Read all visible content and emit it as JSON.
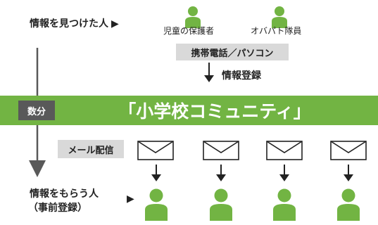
{
  "top_section": {
    "finder_label": "情報を見つけた人",
    "pointer": "▶",
    "people": [
      {
        "label": "児童の保護者"
      },
      {
        "label": "オバパト隊員"
      }
    ],
    "device_label": "携帯電話／パソコン",
    "register_label": "情報登録"
  },
  "community_band": {
    "title": "「小学校コミュニティ」",
    "time_badge": "数分"
  },
  "mail_section": {
    "mail_label": "メール配信",
    "envelope_count": 4
  },
  "receivers": {
    "label_line1": "情報をもらう人",
    "label_line2": "（事前登録）",
    "pointer": "▶"
  },
  "colors": {
    "green": "#72b443",
    "gray_box": "#d9d9d9",
    "badge": "#595959",
    "arrow": "#595959"
  }
}
